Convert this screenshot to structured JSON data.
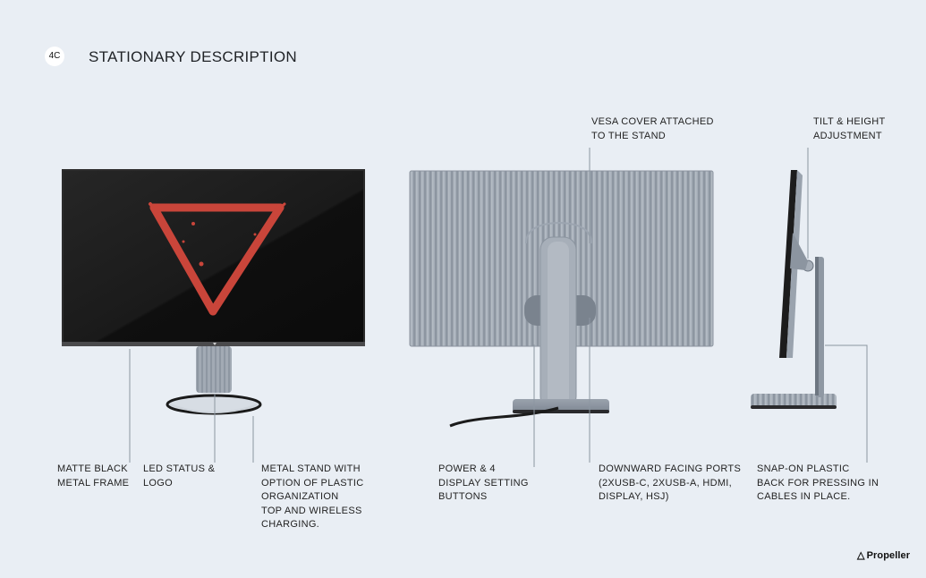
{
  "header": {
    "badge": "4C",
    "title": "STATIONARY DESCRIPTION"
  },
  "callouts": {
    "matte_frame": "MATTE BLACK\nMETAL FRAME",
    "led_status": "LED STATUS &\nLOGO",
    "metal_stand": "METAL STAND WITH\nOPTION OF PLASTIC\nORGANIZATION\nTOP AND WIRELESS\nCHARGING.",
    "power_buttons": "POWER & 4\nDISPLAY SETTING\nBUTTONS",
    "downward_ports": "DOWNWARD FACING PORTS\n(2XUSB-C, 2XUSB-A, HDMI,\nDISPLAY, HSJ)",
    "vesa_cover": "VESA COVER ATTACHED\nTO THE STAND",
    "tilt_height": "TILT & HEIGHT\nADJUSTMENT",
    "snap_on_back": "SNAP-ON PLASTIC\nBACK FOR PRESSING IN\nCABLES IN PLACE."
  },
  "brand": {
    "name": "Propeller",
    "mark": "triangle-logo-icon"
  },
  "colors": {
    "background": "#e9eef4",
    "screen": "#141414",
    "accent_red": "#c9453a",
    "monitor_gray": "#9aa3ae"
  }
}
